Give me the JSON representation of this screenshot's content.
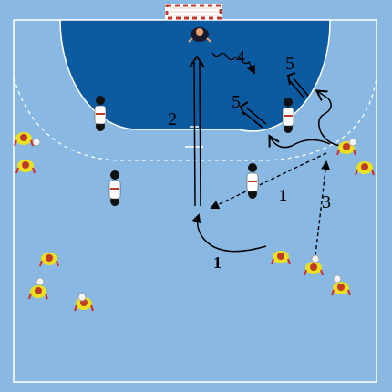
{
  "colors": {
    "court": "#89b9e2",
    "court_edge": "#7aaad6",
    "goal_area": "#0c5aa0",
    "lines": "#ffffff",
    "arrows": "#000000",
    "goalkeeper": "#1a1a2e",
    "attacker_shirt": "#e8e020",
    "attacker_accent": "#d42a2a",
    "defender_shirt": "#ffffff",
    "defender_body": "#111111",
    "ball": "#f4f4f4"
  },
  "labels": {
    "step_1a": "1",
    "step_1b": "1",
    "step_2": "2",
    "step_3": "3",
    "step_4": "4",
    "step_5a": "5",
    "step_5b": "5"
  },
  "icons": {
    "goal": "handball-goal-icon",
    "goalkeeper": "goalkeeper-icon",
    "defender": "defender-icon",
    "attacker": "attacker-icon",
    "ball": "ball-icon"
  }
}
